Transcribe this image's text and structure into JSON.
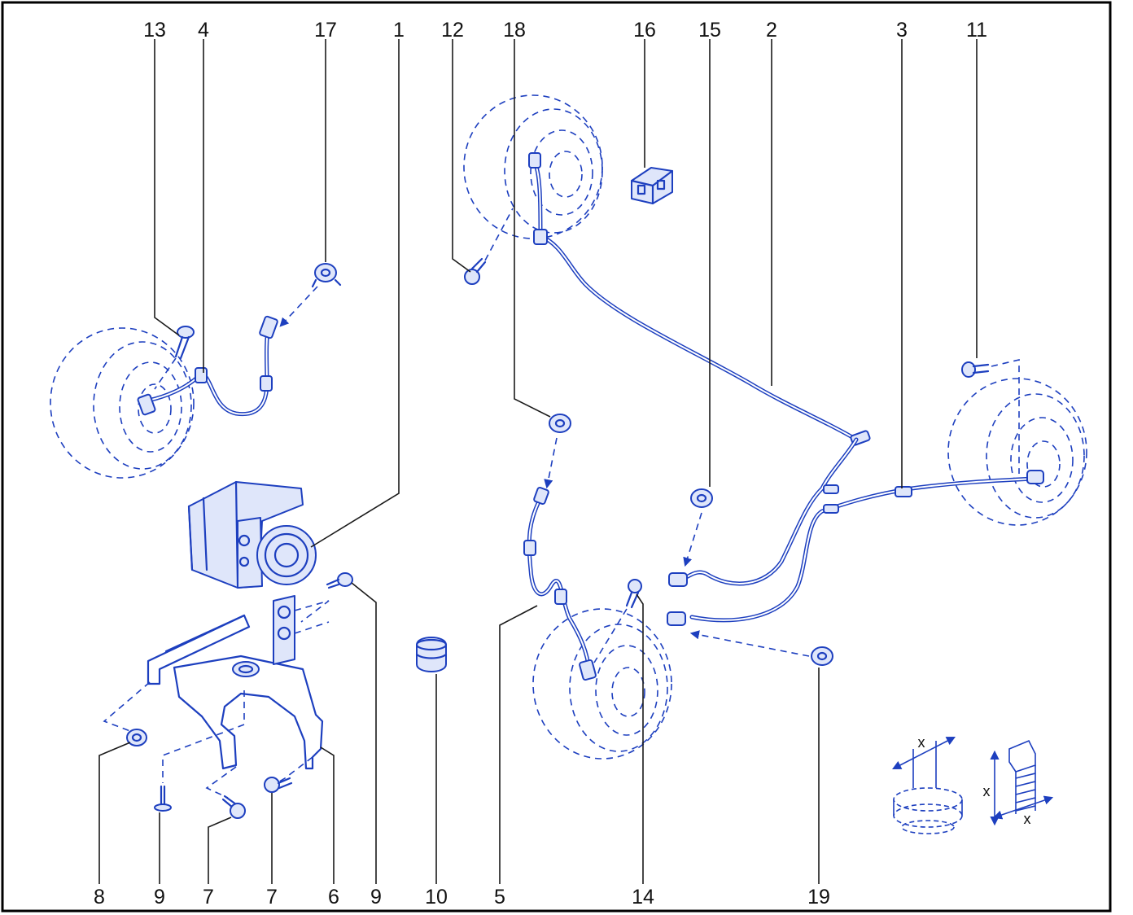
{
  "diagram": {
    "callouts_top": [
      "13",
      "4",
      "17",
      "1",
      "12",
      "18",
      "16",
      "15",
      "2",
      "3",
      "11"
    ],
    "callouts_bottom": [
      "8",
      "9",
      "7",
      "7",
      "6",
      "9",
      "10",
      "5",
      "14",
      "19"
    ],
    "dimension_label": "x"
  },
  "colors": {
    "line": "#1d3fbf",
    "leader": "#1a1a1a",
    "frame": "#000000"
  }
}
